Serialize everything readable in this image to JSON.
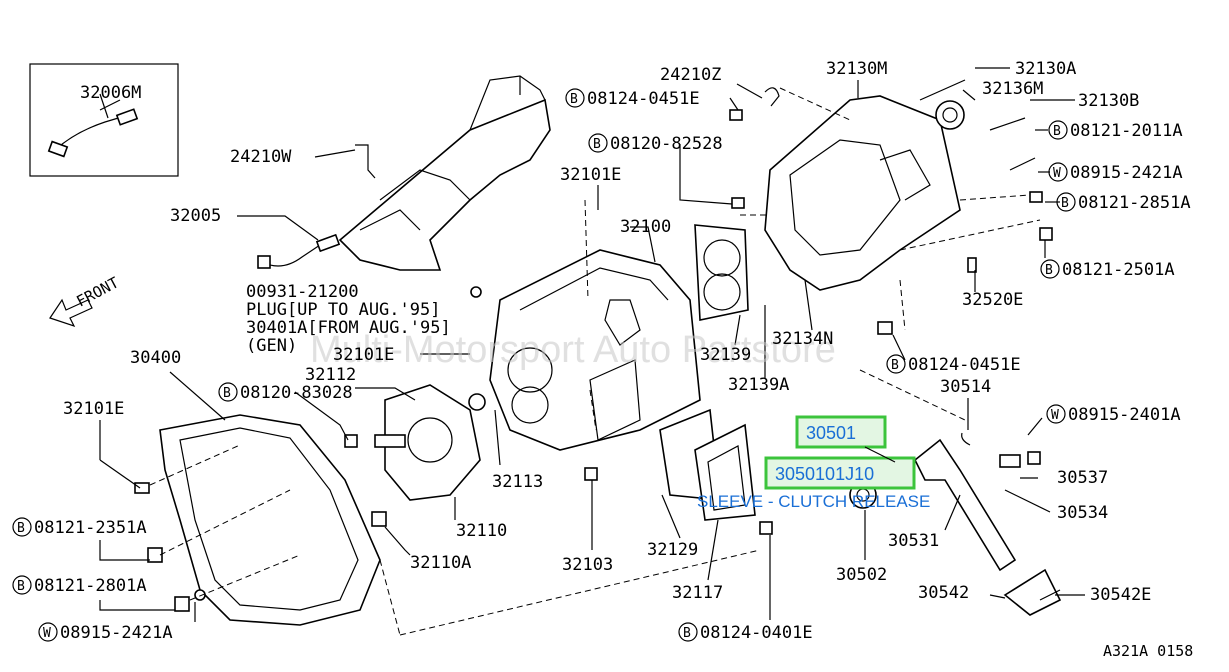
{
  "diagram_code": "A321A 0158",
  "watermark": "Multi-Motorsport Auto Partstore",
  "front_label": "FRONT",
  "highlight": {
    "part_number": "30501",
    "part_code": "3050101J10",
    "description": "SLEEVE - CLUTCH RELEASE",
    "text_color": "#1a6fd6",
    "box_color": "#3cc43c"
  },
  "plug_note": {
    "line1": "00931-21200",
    "line2": "PLUG[UP TO AUG.'95]",
    "line3": "30401A[FROM AUG.'95]",
    "line4": "(GEN)"
  },
  "labels": {
    "p32006M": "32006M",
    "p24210W": "24210W",
    "p32005": "32005",
    "p24210Z": "24210Z",
    "p08124_0451E_top": "08124-0451E",
    "p08120_82528": "08120-82528",
    "p32101E_top": "32101E",
    "p32100": "32100",
    "p32130M": "32130M",
    "p32130A": "32130A",
    "p32136M": "32136M",
    "p32130B": "32130B",
    "p08121_2011A": "08121-2011A",
    "p08915_2421A_right": "08915-2421A",
    "p08121_2851A": "08121-2851A",
    "p08121_2501A": "08121-2501A",
    "p32520E": "32520E",
    "p32134N": "32134N",
    "p32139": "32139",
    "p32139A": "32139A",
    "p08124_0451E_mid": "08124-0451E",
    "p32101E_mid": "32101E",
    "p30400": "30400",
    "p32112": "32112",
    "p08120_83028": "08120-83028",
    "p32101E_left": "32101E",
    "p30514": "30514",
    "p08915_2401A": "08915-2401A",
    "p30537": "30537",
    "p30534": "30534",
    "p30531": "30531",
    "p30502": "30502",
    "p30542": "30542",
    "p30542E": "30542E",
    "p32113": "32113",
    "p32110": "32110",
    "p32110A": "32110A",
    "p32103": "32103",
    "p32129": "32129",
    "p32117": "32117",
    "p08124_0401E": "08124-0401E",
    "p08121_2351A": "08121-2351A",
    "p08121_2801A": "08121-2801A",
    "p08915_2421A_left": "08915-2421A"
  },
  "circle_letters": {
    "bolt": "B",
    "washer": "W"
  }
}
